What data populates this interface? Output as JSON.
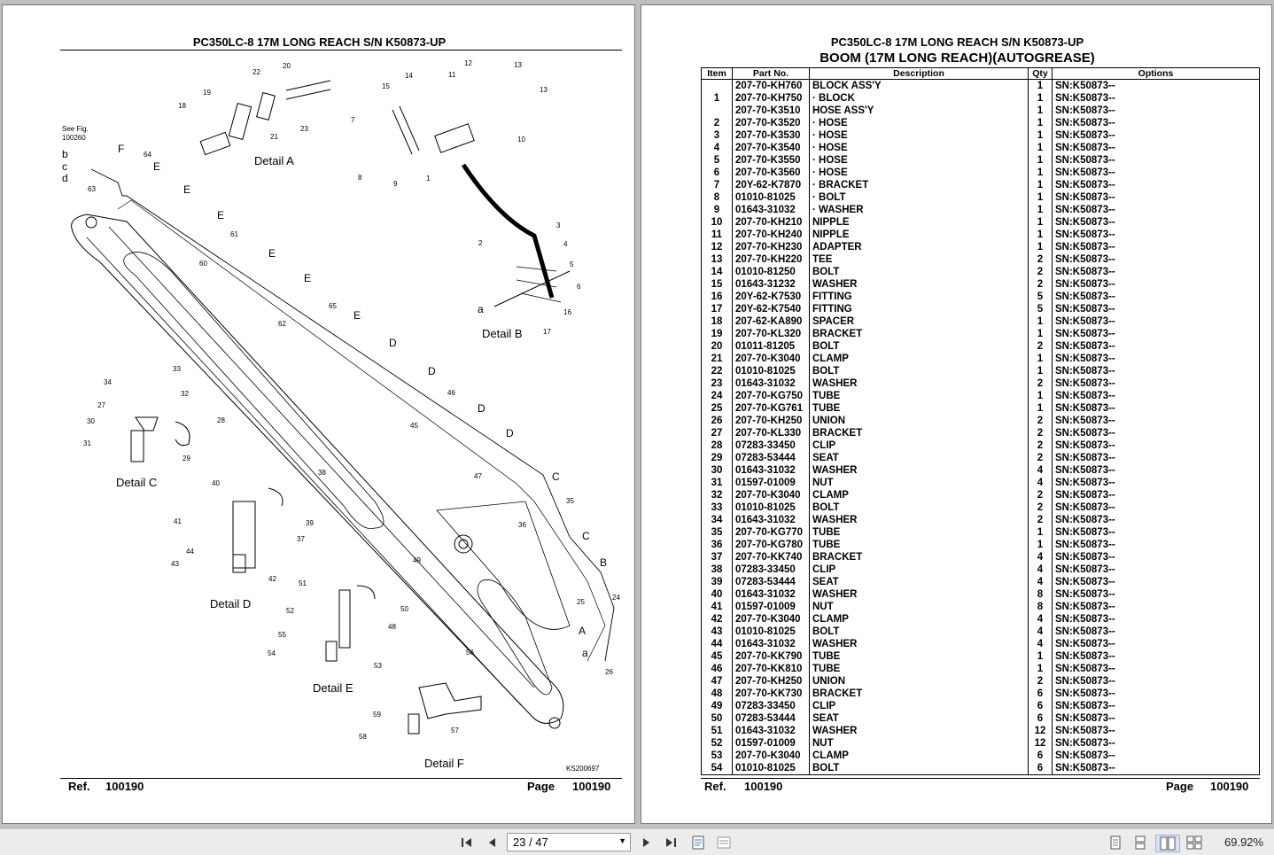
{
  "left_page": {
    "title": "PC350LC-8 17M LONG REACH S/N K50873-UP",
    "footer_ref_label": "Ref.",
    "footer_ref_value": "100190",
    "footer_page_label": "Page",
    "footer_page_value": "100190",
    "diagram": {
      "see_fig_line1": "See Fig.",
      "see_fig_line2": "100260",
      "drawing_code": "KS200697",
      "detail_labels": [
        "Detail A",
        "Detail B",
        "Detail C",
        "Detail D",
        "Detail E",
        "Detail F"
      ],
      "letter_labels": [
        "b",
        "c",
        "d",
        "a",
        "F",
        "E",
        "E",
        "E",
        "E",
        "E",
        "E",
        "D",
        "D",
        "D",
        "D",
        "C",
        "C",
        "B",
        "A",
        "a"
      ],
      "item_numbers": [
        "1",
        "2",
        "3",
        "4",
        "5",
        "6",
        "7",
        "8",
        "9",
        "10",
        "11",
        "12",
        "13",
        "13",
        "14",
        "15",
        "16",
        "17",
        "18",
        "19",
        "20",
        "21",
        "22",
        "23",
        "24",
        "25",
        "26",
        "27",
        "28",
        "29",
        "30",
        "31",
        "32",
        "33",
        "34",
        "35",
        "36",
        "37",
        "38",
        "39",
        "40",
        "41",
        "42",
        "43",
        "44",
        "45",
        "46",
        "47",
        "48",
        "49",
        "50",
        "51",
        "52",
        "53",
        "54",
        "55",
        "56",
        "57",
        "58",
        "59",
        "60",
        "61",
        "62",
        "63",
        "64",
        "65"
      ]
    }
  },
  "right_page": {
    "title": "PC350LC-8 17M LONG REACH S/N K50873-UP",
    "subtitle": "BOOM (17M LONG REACH)(AUTOGREASE)",
    "columns": [
      "Item",
      "Part No.",
      "Description",
      "Qty",
      "Options"
    ],
    "rows": [
      [
        "",
        "207-70-KH760",
        "BLOCK ASS'Y",
        "1",
        "SN:K50873--"
      ],
      [
        "1",
        "207-70-KH750",
        "· BLOCK",
        "1",
        "SN:K50873--"
      ],
      [
        "",
        "207-70-K3510",
        "HOSE ASS'Y",
        "1",
        "SN:K50873--"
      ],
      [
        "2",
        "207-70-K3520",
        "· HOSE",
        "1",
        "SN:K50873--"
      ],
      [
        "3",
        "207-70-K3530",
        "· HOSE",
        "1",
        "SN:K50873--"
      ],
      [
        "4",
        "207-70-K3540",
        "· HOSE",
        "1",
        "SN:K50873--"
      ],
      [
        "5",
        "207-70-K3550",
        "· HOSE",
        "1",
        "SN:K50873--"
      ],
      [
        "6",
        "207-70-K3560",
        "· HOSE",
        "1",
        "SN:K50873--"
      ],
      [
        "7",
        "20Y-62-K7870",
        "· BRACKET",
        "1",
        "SN:K50873--"
      ],
      [
        "8",
        "01010-81025",
        "· BOLT",
        "1",
        "SN:K50873--"
      ],
      [
        "9",
        "01643-31032",
        "· WASHER",
        "1",
        "SN:K50873--"
      ],
      [
        "10",
        "207-70-KH210",
        "NIPPLE",
        "1",
        "SN:K50873--"
      ],
      [
        "11",
        "207-70-KH240",
        "NIPPLE",
        "1",
        "SN:K50873--"
      ],
      [
        "12",
        "207-70-KH230",
        "ADAPTER",
        "1",
        "SN:K50873--"
      ],
      [
        "13",
        "207-70-KH220",
        "TEE",
        "2",
        "SN:K50873--"
      ],
      [
        "14",
        "01010-81250",
        "BOLT",
        "2",
        "SN:K50873--"
      ],
      [
        "15",
        "01643-31232",
        "WASHER",
        "2",
        "SN:K50873--"
      ],
      [
        "16",
        "20Y-62-K7530",
        "FITTING",
        "5",
        "SN:K50873--"
      ],
      [
        "17",
        "20Y-62-K7540",
        "FITTING",
        "5",
        "SN:K50873--"
      ],
      [
        "18",
        "207-62-KA890",
        "SPACER",
        "1",
        "SN:K50873--"
      ],
      [
        "19",
        "207-70-KL320",
        "BRACKET",
        "1",
        "SN:K50873--"
      ],
      [
        "20",
        "01011-81205",
        "BOLT",
        "2",
        "SN:K50873--"
      ],
      [
        "21",
        "207-70-K3040",
        "CLAMP",
        "1",
        "SN:K50873--"
      ],
      [
        "22",
        "01010-81025",
        "BOLT",
        "1",
        "SN:K50873--"
      ],
      [
        "23",
        "01643-31032",
        "WASHER",
        "2",
        "SN:K50873--"
      ],
      [
        "24",
        "207-70-KG750",
        "TUBE",
        "1",
        "SN:K50873--"
      ],
      [
        "25",
        "207-70-KG761",
        "TUBE",
        "1",
        "SN:K50873--"
      ],
      [
        "26",
        "207-70-KH250",
        "UNION",
        "2",
        "SN:K50873--"
      ],
      [
        "27",
        "207-70-KL330",
        "BRACKET",
        "2",
        "SN:K50873--"
      ],
      [
        "28",
        "07283-33450",
        "CLIP",
        "2",
        "SN:K50873--"
      ],
      [
        "29",
        "07283-53444",
        "SEAT",
        "2",
        "SN:K50873--"
      ],
      [
        "30",
        "01643-31032",
        "WASHER",
        "4",
        "SN:K50873--"
      ],
      [
        "31",
        "01597-01009",
        "NUT",
        "4",
        "SN:K50873--"
      ],
      [
        "32",
        "207-70-K3040",
        "CLAMP",
        "2",
        "SN:K50873--"
      ],
      [
        "33",
        "01010-81025",
        "BOLT",
        "2",
        "SN:K50873--"
      ],
      [
        "34",
        "01643-31032",
        "WASHER",
        "2",
        "SN:K50873--"
      ],
      [
        "35",
        "207-70-KG770",
        "TUBE",
        "1",
        "SN:K50873--"
      ],
      [
        "36",
        "207-70-KG780",
        "TUBE",
        "1",
        "SN:K50873--"
      ],
      [
        "37",
        "207-70-KK740",
        "BRACKET",
        "4",
        "SN:K50873--"
      ],
      [
        "38",
        "07283-33450",
        "CLIP",
        "4",
        "SN:K50873--"
      ],
      [
        "39",
        "07283-53444",
        "SEAT",
        "4",
        "SN:K50873--"
      ],
      [
        "40",
        "01643-31032",
        "WASHER",
        "8",
        "SN:K50873--"
      ],
      [
        "41",
        "01597-01009",
        "NUT",
        "8",
        "SN:K50873--"
      ],
      [
        "42",
        "207-70-K3040",
        "CLAMP",
        "4",
        "SN:K50873--"
      ],
      [
        "43",
        "01010-81025",
        "BOLT",
        "4",
        "SN:K50873--"
      ],
      [
        "44",
        "01643-31032",
        "WASHER",
        "4",
        "SN:K50873--"
      ],
      [
        "45",
        "207-70-KK790",
        "TUBE",
        "1",
        "SN:K50873--"
      ],
      [
        "46",
        "207-70-KK810",
        "TUBE",
        "1",
        "SN:K50873--"
      ],
      [
        "47",
        "207-70-KH250",
        "UNION",
        "2",
        "SN:K50873--"
      ],
      [
        "48",
        "207-70-KK730",
        "BRACKET",
        "6",
        "SN:K50873--"
      ],
      [
        "49",
        "07283-33450",
        "CLIP",
        "6",
        "SN:K50873--"
      ],
      [
        "50",
        "07283-53444",
        "SEAT",
        "6",
        "SN:K50873--"
      ],
      [
        "51",
        "01643-31032",
        "WASHER",
        "12",
        "SN:K50873--"
      ],
      [
        "52",
        "01597-01009",
        "NUT",
        "12",
        "SN:K50873--"
      ],
      [
        "53",
        "207-70-K3040",
        "CLAMP",
        "6",
        "SN:K50873--"
      ],
      [
        "54",
        "01010-81025",
        "BOLT",
        "6",
        "SN:K50873--"
      ]
    ],
    "footer_ref_label": "Ref.",
    "footer_ref_value": "100190",
    "footer_page_label": "Page",
    "footer_page_value": "100190"
  },
  "toolbar": {
    "page_indicator": "23 / 47",
    "zoom": "69.92%",
    "icons": [
      "first-page-icon",
      "prev-page-icon",
      "next-page-icon",
      "last-page-icon",
      "fit-page-icon",
      "fit-width-icon",
      "single-page-icon",
      "continuous-page-icon",
      "two-page-icon",
      "two-page-continuous-icon"
    ]
  }
}
